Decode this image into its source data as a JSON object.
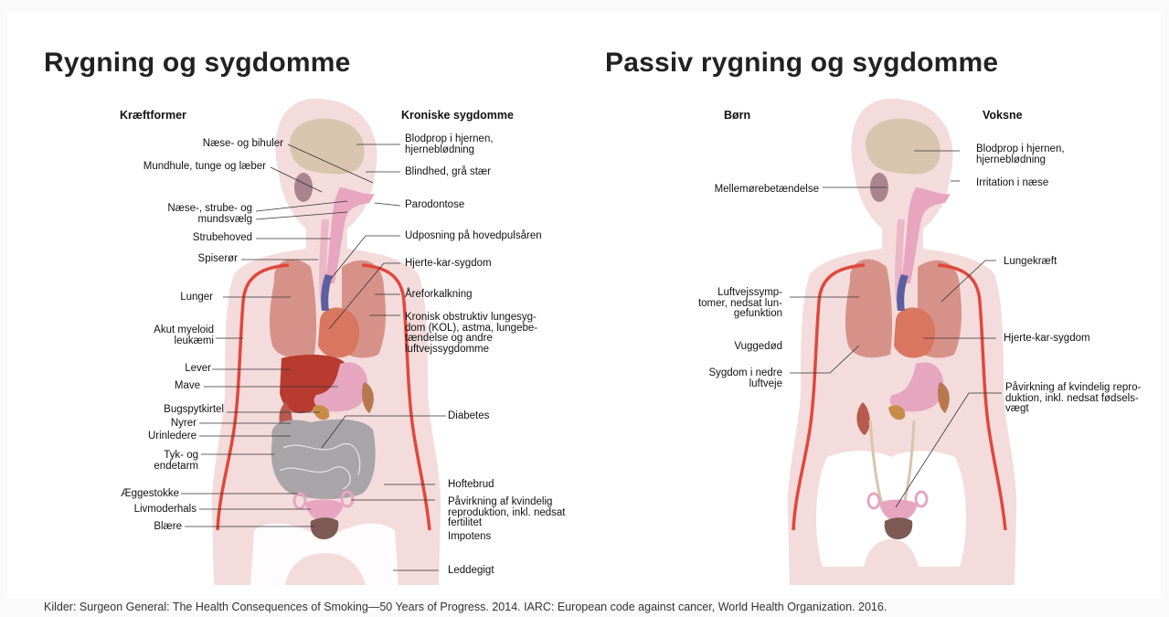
{
  "left": {
    "title": "Rygning og sygdomme",
    "left_header": "Kræftformer",
    "right_header": "Kroniske sygdomme",
    "cancers": [
      "Næse- og bihuler",
      "Mundhule, tunge og læber",
      "Næse-, strube- og mundsvælg",
      "Strubehoved",
      "Spiserør",
      "Lunger",
      "Akut myeloid leukæmi",
      "Lever",
      "Mave",
      "Bugspytkirtel",
      "Nyrer",
      "Urinledere",
      "Tyk- og endetarm",
      "Æggestokke",
      "Livmoderhals",
      "Blære"
    ],
    "chronic": [
      "Blodprop i hjernen, hjerneblødning",
      "Blindhed, grå stær",
      "Parodontose",
      "Udposning på hovedpulsåren",
      "Hjerte-kar-sygdom",
      "Åreforkalkning",
      "Kronisk obstruktiv lungesyg-dom (KOL), astma, lungebe-tændelse og andre luftvejssygdomme",
      "Diabetes",
      "Hoftebrud",
      "Påvirkning af kvindelig reproduktion, inkl. nedsat fertilitet",
      "Impotens",
      "Leddegigt"
    ]
  },
  "right": {
    "title": "Passiv rygning og sygdomme",
    "left_header": "Børn",
    "right_header": "Voksne",
    "children": [
      "Mellemørebetændelse",
      "Luftvejssymp-tomer, nedsat lun-gefunktion",
      "Vuggedød",
      "Sygdom i nedre luftveje"
    ],
    "adults": [
      "Blodprop i hjernen, hjerneblødning",
      "Irritation i næse",
      "Lungekræft",
      "Hjerte-kar-sygdom",
      "Påvirkning af kvindelig repro-duktion, inkl. nedsat fødsels-vægt"
    ]
  },
  "source": "Kilder: Surgeon General: The Health Consequences of Smoking—50 Years of Progress. 2014. IARC: European code against cancer, World Health Organization. 2016.",
  "colors": {
    "body": "#f3dcdb",
    "brain": "#d9c5ad",
    "airway": "#e8a5bf",
    "lung": "#cf7f76",
    "heart": "#d9765f",
    "liver": "#b83b30",
    "stomach": "#e6a6bf",
    "intestine": "#a9a4a7",
    "artery": "#e0483c",
    "bladder": "#7e5a55",
    "pelvis": "#ffffff",
    "leader": "#333333"
  }
}
